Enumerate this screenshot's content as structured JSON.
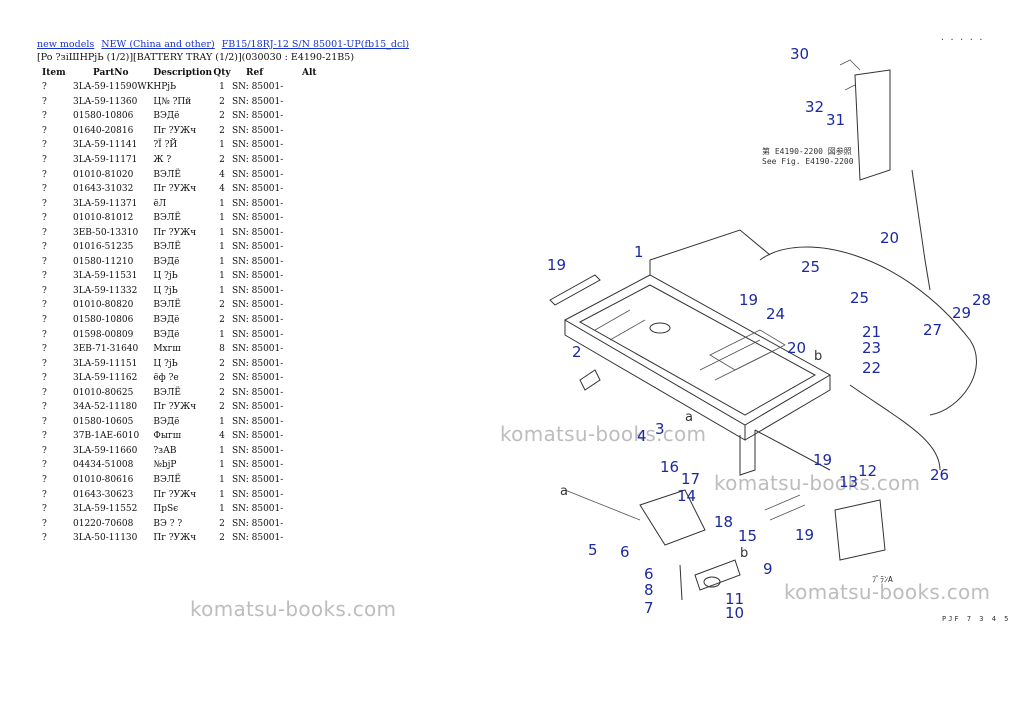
{
  "breadcrumb": {
    "link1": "new models",
    "link2": "NEW (China and other)",
    "link3": "FB15/18RJ-12 S/N 85001-UP(fb15_dcl)"
  },
  "subtitle": "[Po ?зiШНРjЬ (1/2)][BATTERY TRAY (1/2)](030030 : E4190-21B5)",
  "table": {
    "headers": [
      "Item",
      "PartNo",
      "Description",
      "Qty",
      "Ref",
      "Alt"
    ],
    "rows": [
      [
        "?",
        "3LA-59-11590WK",
        "НРjЬ",
        "1",
        "SN: 85001-"
      ],
      [
        "?",
        "3LA-59-11360",
        "Ц№ ?Пй",
        "2",
        "SN: 85001-"
      ],
      [
        "?",
        "01580-10806",
        "ВЭДё",
        "2",
        "SN: 85001-"
      ],
      [
        "?",
        "01640-20816",
        "Пг ?УЖч",
        "2",
        "SN: 85001-"
      ],
      [
        "?",
        "3LA-59-11141",
        "?Ї ?Й",
        "1",
        "SN: 85001-"
      ],
      [
        "?",
        "3LA-59-11171",
        "Ж ?",
        "2",
        "SN: 85001-"
      ],
      [
        "?",
        "01010-81020",
        "ВЭЛЁ",
        "4",
        "SN: 85001-"
      ],
      [
        "?",
        "01643-31032",
        "Пг ?УЖч",
        "4",
        "SN: 85001-"
      ],
      [
        "?",
        "3LA-59-11371",
        "ёЛ",
        "1",
        "SN: 85001-"
      ],
      [
        "?",
        "01010-81012",
        "ВЭЛЁ",
        "1",
        "SN: 85001-"
      ],
      [
        "?",
        "3EB-50-13310",
        "Пг ?УЖч",
        "1",
        "SN: 85001-"
      ],
      [
        "?",
        "01016-51235",
        "ВЭЛЁ",
        "1",
        "SN: 85001-"
      ],
      [
        "?",
        "01580-11210",
        "ВЭДё",
        "1",
        "SN: 85001-"
      ],
      [
        "?",
        "3LA-59-11531",
        "Ц ?jЬ",
        "1",
        "SN: 85001-"
      ],
      [
        "?",
        "3LA-59-11332",
        "Ц ?jЬ",
        "1",
        "SN: 85001-"
      ],
      [
        "?",
        "01010-80820",
        "ВЭЛЁ",
        "2",
        "SN: 85001-"
      ],
      [
        "?",
        "01580-10806",
        "ВЭДё",
        "2",
        "SN: 85001-"
      ],
      [
        "?",
        "01598-00809",
        "ВЭДё",
        "1",
        "SN: 85001-"
      ],
      [
        "?",
        "3EB-71-31640",
        "Мхгш",
        "8",
        "SN: 85001-"
      ],
      [
        "?",
        "3LA-59-11151",
        "Ц ?jЬ",
        "2",
        "SN: 85001-"
      ],
      [
        "?",
        "3LA-59-11162",
        "ёф ?е",
        "2",
        "SN: 85001-"
      ],
      [
        "?",
        "01010-80625",
        "ВЭЛЁ",
        "2",
        "SN: 85001-"
      ],
      [
        "?",
        "34A-52-11180",
        "Пг ?УЖч",
        "2",
        "SN: 85001-"
      ],
      [
        "?",
        "01580-10605",
        "ВЭДё",
        "1",
        "SN: 85001-"
      ],
      [
        "?",
        "37B-1AE-6010",
        "Фыгш",
        "4",
        "SN: 85001-"
      ],
      [
        "?",
        "3LA-59-11660",
        "?зАВ",
        "1",
        "SN: 85001-"
      ],
      [
        "?",
        "04434-51008",
        "№bjР",
        "1",
        "SN: 85001-"
      ],
      [
        "?",
        "01010-80616",
        "ВЭЛЁ",
        "1",
        "SN: 85001-"
      ],
      [
        "?",
        "01643-30623",
        "Пг ?УЖч",
        "1",
        "SN: 85001-"
      ],
      [
        "?",
        "3LA-59-11552",
        "ПрЅє",
        "1",
        "SN: 85001-"
      ],
      [
        "?",
        "01220-70608",
        "ВЭ ? ?",
        "2",
        "SN: 85001-"
      ],
      [
        "?",
        "3LA-50-11130",
        "Пг ?УЖч",
        "2",
        "SN: 85001-"
      ]
    ]
  },
  "watermark": "komatsu-books.com",
  "diagram": {
    "callouts": [
      "30",
      "32",
      "31",
      "1",
      "19",
      "20",
      "25",
      "25",
      "20",
      "24",
      "19",
      "21",
      "23",
      "22",
      "27",
      "29",
      "28",
      "2",
      "3",
      "4",
      "16",
      "17",
      "18",
      "15",
      "14",
      "13",
      "12",
      "19",
      "19",
      "26",
      "5",
      "6",
      "6",
      "8",
      "7",
      "9",
      "11",
      "10",
      "a",
      "a",
      "b",
      "b"
    ],
    "ref_note_jp": "第 E4190-2200 図参照",
    "ref_note_en": "See Fig. E4190-2200",
    "detail_label": "ﾌﾟﾗﾝA",
    "corner_mark": ". . . . .",
    "page_tag": "PJF 7 3 4 5"
  }
}
